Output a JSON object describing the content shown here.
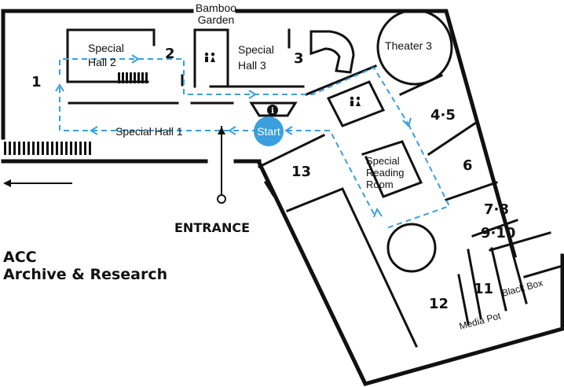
{
  "map": {
    "title_line1": "ACC",
    "title_line2": "Archive & Research",
    "entrance_label": "ENTRANCE",
    "start_label": "Start",
    "info_icon": "info-icon",
    "restroom_icon": "restroom-icon",
    "colors": {
      "route": "#3a9fdc",
      "walls": "#111111",
      "start_badge": "#3a9fdc"
    }
  },
  "areas": {
    "bamboo_l1": "Bamboo",
    "bamboo_l2": "Garden",
    "special_hall_2_l1": "Special",
    "special_hall_2_l2": "Hall 2",
    "special_hall_3_l1": "Special",
    "special_hall_3_l2": "Hall 3",
    "special_hall_1": "Special Hall 1",
    "theater_3": "Theater 3",
    "reading_l1": "Special",
    "reading_l2": "Reading",
    "reading_l3": "Room",
    "media_pot": "Media Pot",
    "black_box": "Black Box"
  },
  "rooms": {
    "r1": "1",
    "r2": "2",
    "r3": "3",
    "r45": "4·5",
    "r6": "6",
    "r78": "7·8",
    "r910": "9·10",
    "r11": "11",
    "r12": "12",
    "r13": "13"
  }
}
